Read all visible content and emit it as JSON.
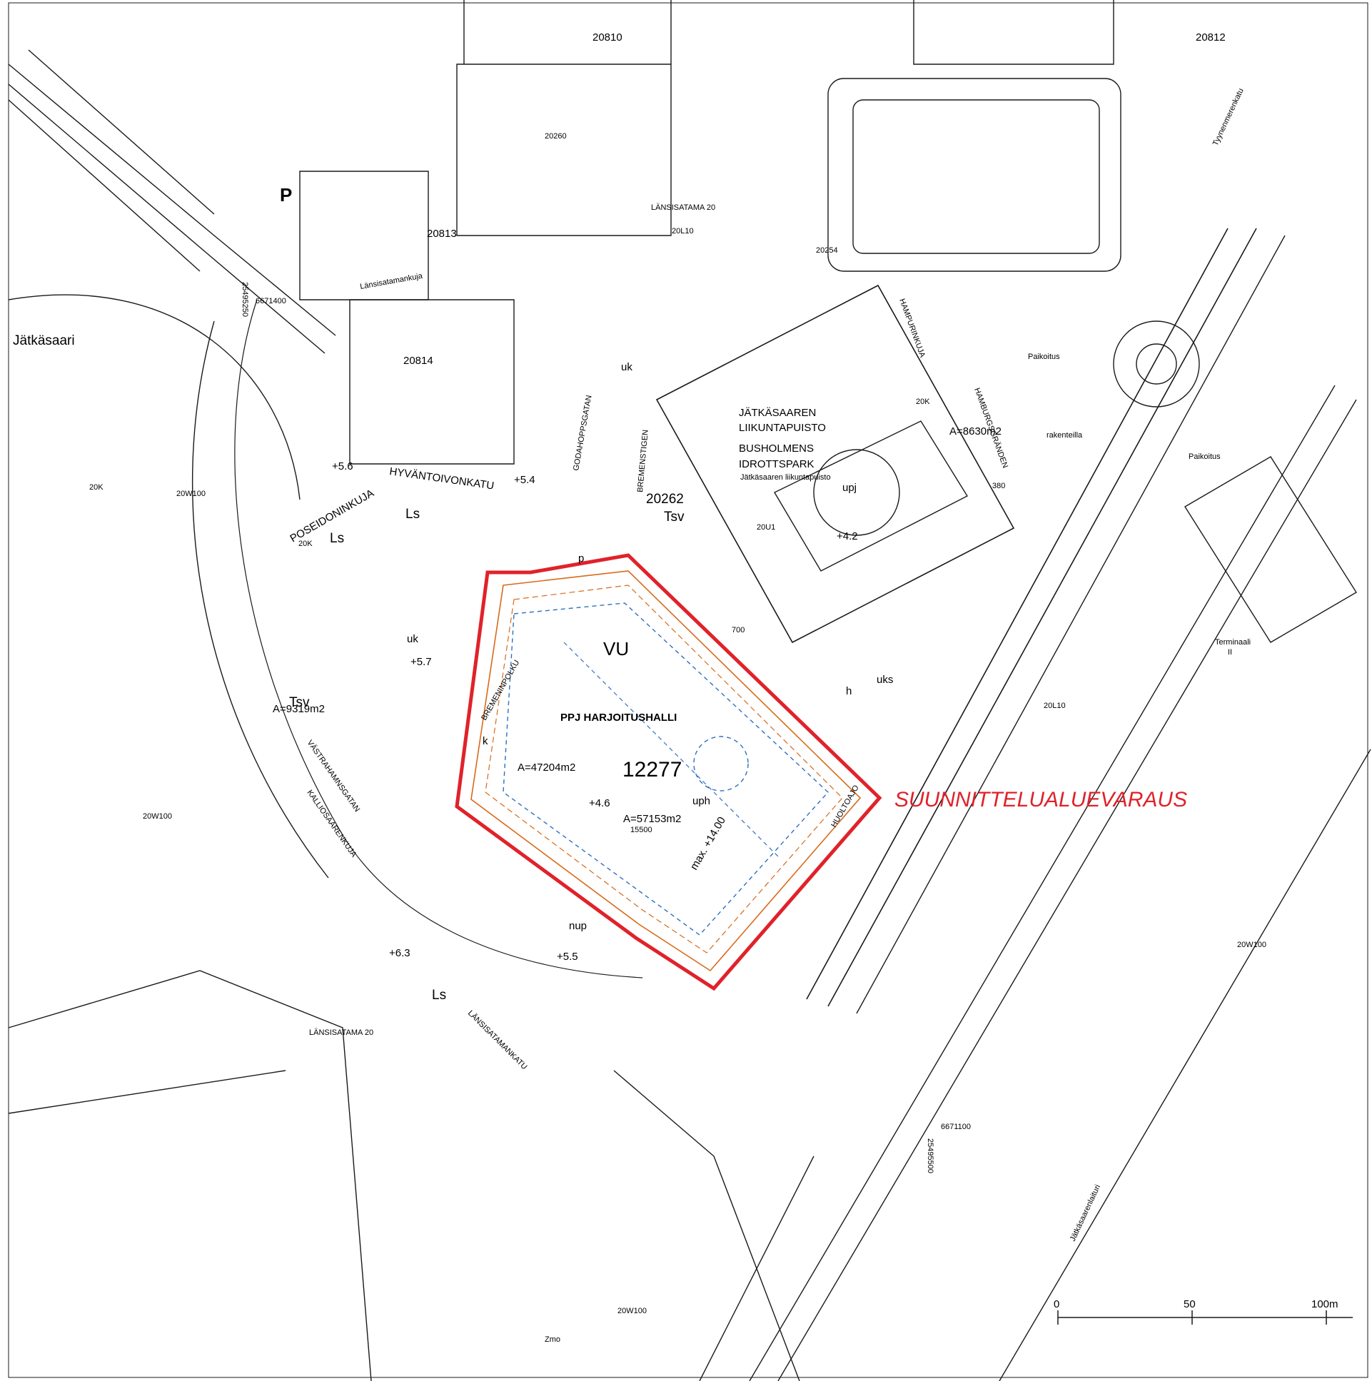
{
  "place_labels": {
    "area": "Jätkäsaari",
    "blocks": [
      "20810",
      "20812",
      "20813",
      "20814",
      "20262",
      "12277",
      "20260",
      "20254"
    ],
    "harbour_a": "LÄNSISATAMA 20",
    "harbour_b": "LÄNSISATAMA 20"
  },
  "park": {
    "name_fi_1": "JÄTKÄSAAREN",
    "name_fi_2": "LIIKUNTAPUISTO",
    "name_sv_1": "BUSHOLMENS",
    "name_sv_2": "IDROTTSPARK",
    "name_small": "Jätkäsaaren liikuntapuisto",
    "area": "A=8630m2"
  },
  "plan": {
    "zone": "VU",
    "building": "PPJ HARJOITUSHALLI",
    "block": "12277",
    "area_a": "A=47204m2",
    "area_b": "A=57153m2",
    "floor_area": "15500",
    "height": "max. +14.00",
    "elevation": "+4.6",
    "uph": "uph",
    "k": "k",
    "reservation": "SUUNNITTELUALUEVARAUS"
  },
  "streets": [
    "HYVÄNTOIVONKATU",
    "POSEIDONINKUJA",
    "GODAHOPPSGATAN",
    "BREMENSTIGEN",
    "BREMENINPOLKU",
    "VÄSTRAHAMNSGATAN",
    "KALLIOSAARENKUJA",
    "LÄNSISATAMANKATU",
    "HAMPURINKUJA",
    "HAMBURGSGRÄNDEN",
    "Tyynenmerenkatu",
    "Jätkäsaarenlaituri",
    "Länsisatamankuja",
    "HUOLTOAJO"
  ],
  "zones": {
    "ls1": "Ls",
    "ls2": "Ls",
    "ls3": "Ls",
    "tsv1": "Tsv",
    "tsv2": "Tsv",
    "uk1": "uk",
    "uk2": "uk",
    "upj": "upj",
    "uks": "uks",
    "nup": "nup",
    "h": "h",
    "p": "p",
    "parking_big": "P",
    "terminal": "Terminaali",
    "terminal_no": "II",
    "paikoitus": "Paikoitus",
    "rakenteilla": "rakenteilla",
    "zmo": "Zmo",
    "tsv_area": "A=9319m2"
  },
  "elevations": [
    "+5.6",
    "+5.4",
    "+5.7",
    "+4.2",
    "+5.5",
    "+6.3"
  ],
  "codes": [
    "20K",
    "20W100",
    "20W100",
    "20W100",
    "20W100",
    "20L10",
    "20U1",
    "20L10",
    "380",
    "20K",
    "20K",
    "700"
  ],
  "coords": {
    "north_a": "6671400",
    "east_a": "25495250",
    "north_b": "6671100",
    "east_b": "25495500"
  },
  "scale": {
    "t0": "0",
    "t1": "50",
    "t2": "100m"
  },
  "colors": {
    "line": "#1a1a1a",
    "plan_red": "#e0222a",
    "plan_orange": "#d86a1a",
    "plan_blue": "#2f6fc0"
  }
}
